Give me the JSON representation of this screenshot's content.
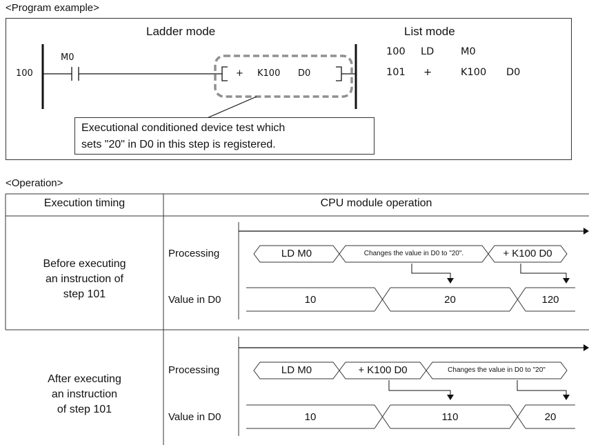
{
  "program_section": {
    "title": "<Program example>",
    "ladder_title": "Ladder mode",
    "list_title": "List mode",
    "ladder": {
      "step": "100",
      "contact": "M0",
      "instr_op": "+",
      "instr_arg1": "K100",
      "instr_arg2": "D0"
    },
    "list": [
      {
        "step": "100",
        "instr": "LD",
        "arg1": "M0",
        "arg2": ""
      },
      {
        "step": "101",
        "instr": "+",
        "arg1": "K100",
        "arg2": "D0"
      }
    ],
    "note_line1": "Executional conditioned device test which",
    "note_line2": "sets \"20\" in D0 in this step is registered."
  },
  "operation_section": {
    "title": "<Operation>",
    "col_timing": "Execution timing",
    "col_operation": "CPU module operation",
    "row_processing": "Processing",
    "row_value": "Value in D0",
    "rows": [
      {
        "timing_line1": "Before executing",
        "timing_line2": "an instruction of",
        "timing_line3": "step 101",
        "proc1": "LD  M0",
        "proc2": "Changes the value in D0 to \"20\".",
        "proc3": "+ K100  D0",
        "val1": "10",
        "val2": "20",
        "val3": "120"
      },
      {
        "timing_line1": "After executing",
        "timing_line2": "an instruction",
        "timing_line3": "of step 101",
        "proc1": "LD  M0",
        "proc2": "+ K100  D0",
        "proc3": "Changes the value in D0 to \"20\"",
        "val1": "10",
        "val2": "110",
        "val3": "20"
      }
    ]
  }
}
